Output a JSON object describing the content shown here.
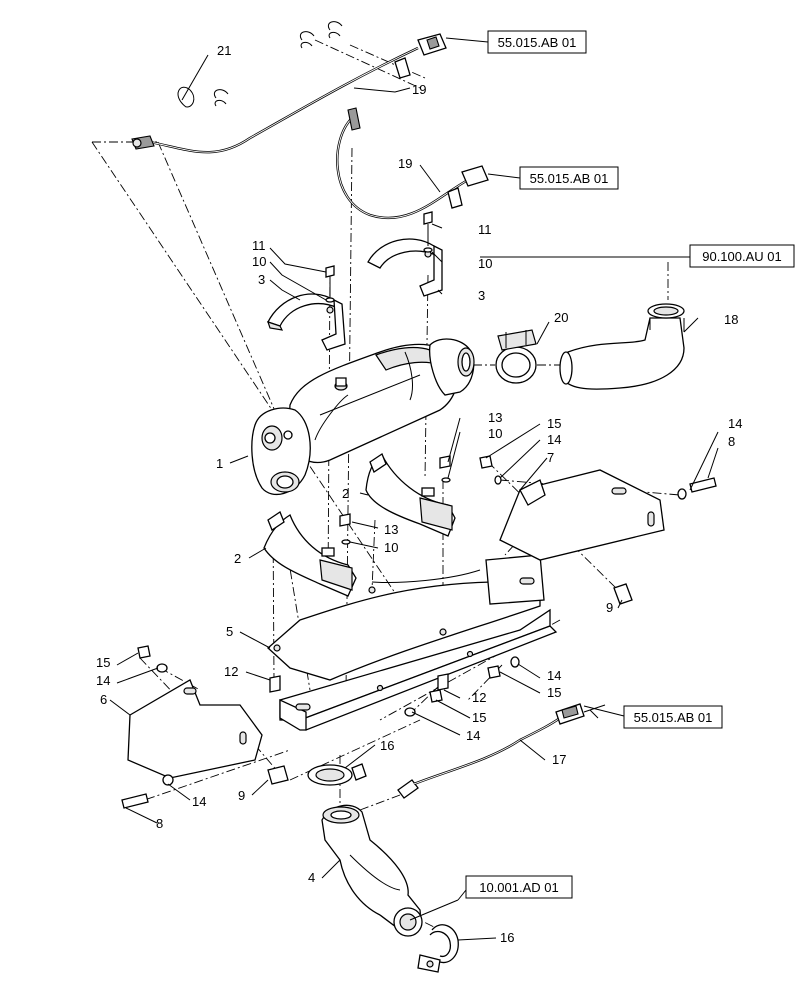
{
  "callouts": {
    "c1": "1",
    "c2a": "2",
    "c2b": "2",
    "c3a": "3",
    "c3b": "3",
    "c4": "4",
    "c5": "5",
    "c6": "6",
    "c7": "7",
    "c8a": "8",
    "c8b": "8",
    "c9a": "9",
    "c9b": "9",
    "c10a": "10",
    "c10b": "10",
    "c10c": "10",
    "c10d": "10",
    "c11a": "11",
    "c11b": "11",
    "c12a": "12",
    "c12b": "12",
    "c13a": "13",
    "c13b": "13",
    "c14a": "14",
    "c14b": "14",
    "c14c": "14",
    "c14d": "14",
    "c14e": "14",
    "c14f": "14",
    "c15a": "15",
    "c15b": "15",
    "c15c": "15",
    "c15d": "15",
    "c16a": "16",
    "c16b": "16",
    "c17": "17",
    "c18": "18",
    "c19a": "19",
    "c19b": "19",
    "c20": "20",
    "c21": "21"
  },
  "references": {
    "ref1": "55.015.AB 01",
    "ref2": "55.015.AB 01",
    "ref3": "90.100.AU 01",
    "ref4": "55.015.AB 01",
    "ref5": "10.001.AD 01"
  }
}
